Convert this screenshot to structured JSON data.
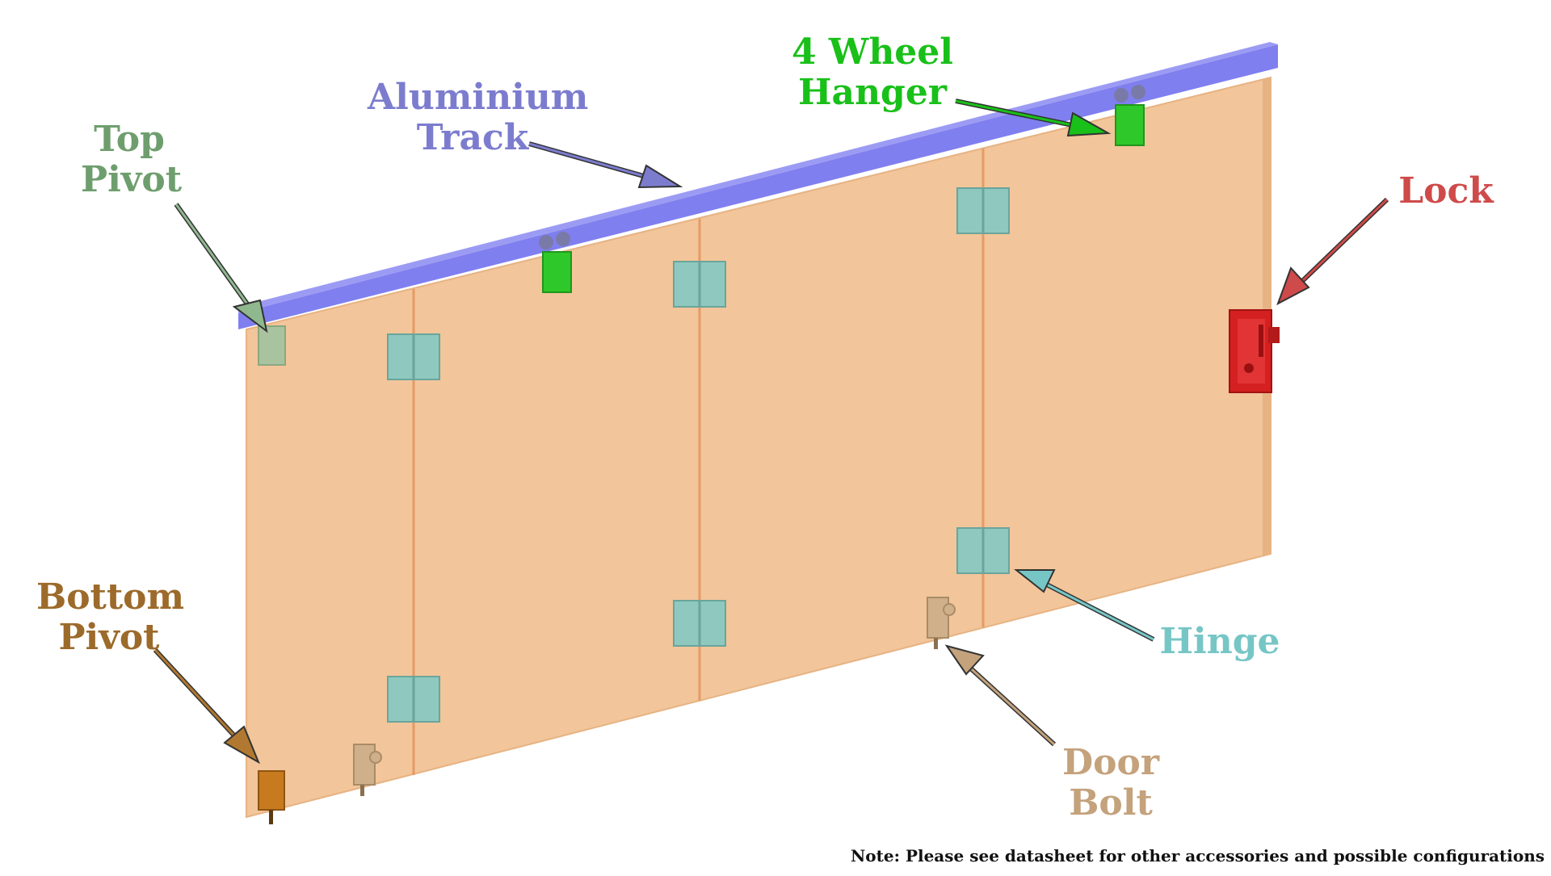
{
  "labels": {
    "top_pivot": {
      "line1": "Top",
      "line2": "Pivot",
      "color": "#6e9e6e"
    },
    "aluminium_track": {
      "line1": "Aluminium",
      "line2": "Track",
      "color": "#7c7ccf"
    },
    "wheel_hanger": {
      "line1": "4 Wheel",
      "line2": "Hanger",
      "color": "#19c019"
    },
    "lock": {
      "line1": "Lock",
      "color": "#cf4a4a"
    },
    "hinge": {
      "line1": "Hinge",
      "color": "#77c6c6"
    },
    "door_bolt": {
      "line1": "Door",
      "line2": "Bolt",
      "color": "#c4a27c"
    },
    "bottom_pivot": {
      "line1": "Bottom",
      "line2": "Pivot",
      "color": "#9c6a2a"
    }
  },
  "note": "Note: Please see datasheet for other accessories and possible configurations",
  "colors": {
    "panel": "#f2c59a",
    "panel_edge": "#e7b383",
    "seam": "#e69a66",
    "track": "#7574ee",
    "hinge": "#8ec8bf",
    "hanger": "#2fc82a",
    "lock": "#d42020",
    "bolt": "#cfb08a",
    "bottom_pivot": "#c87a1e",
    "top_pivot": "#a9c39e"
  }
}
